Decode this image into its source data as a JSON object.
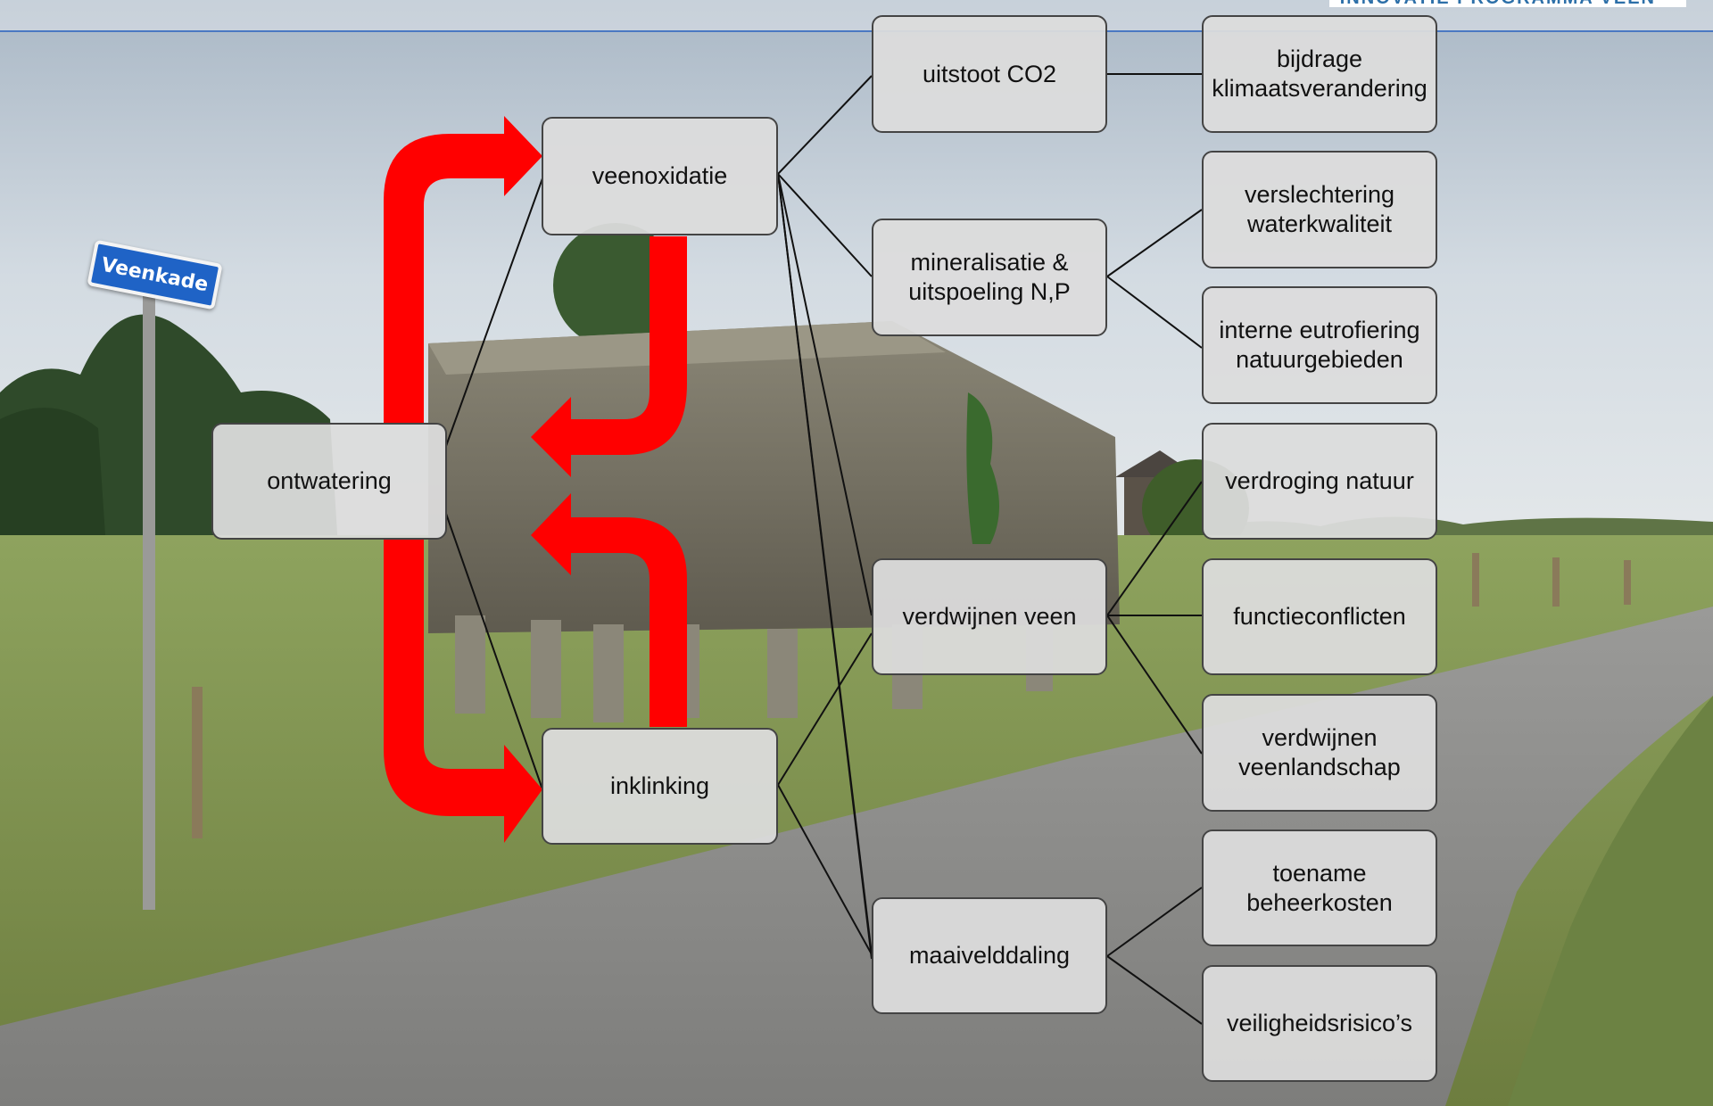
{
  "background": {
    "sky_color": "#c9d3dd",
    "grass_color": "#7c8f52",
    "road_color": "#8e8e8c",
    "street_sign": "Veenkade"
  },
  "header": {
    "title_partial": "INNOVATIE PROGRAMMA VEEN"
  },
  "arrow_color": "#ff0000",
  "nodes": {
    "ontwatering": "ontwatering",
    "veenoxidatie": "veenoxidatie",
    "inklinking": "inklinking",
    "uitstoot_co2": "uitstoot CO2",
    "mineralisatie": "mineralisatie & uitspoeling N,P",
    "verdwijnen_veen": "verdwijnen veen",
    "maaivelddaling": "maaivelddaling",
    "bijdrage": "bijdrage klimaatsverandering",
    "verslechtering": "verslechtering waterkwaliteit",
    "eutrofiering": "interne eutrofiering natuurgebieden",
    "verdroging": "verdroging natuur",
    "functieconflicten": "functieconflicten",
    "veenlandschap": "verdwijnen veenlandschap",
    "beheerkosten": "toename beheerkosten",
    "veiligheid": "veiligheidsrisico’s"
  }
}
